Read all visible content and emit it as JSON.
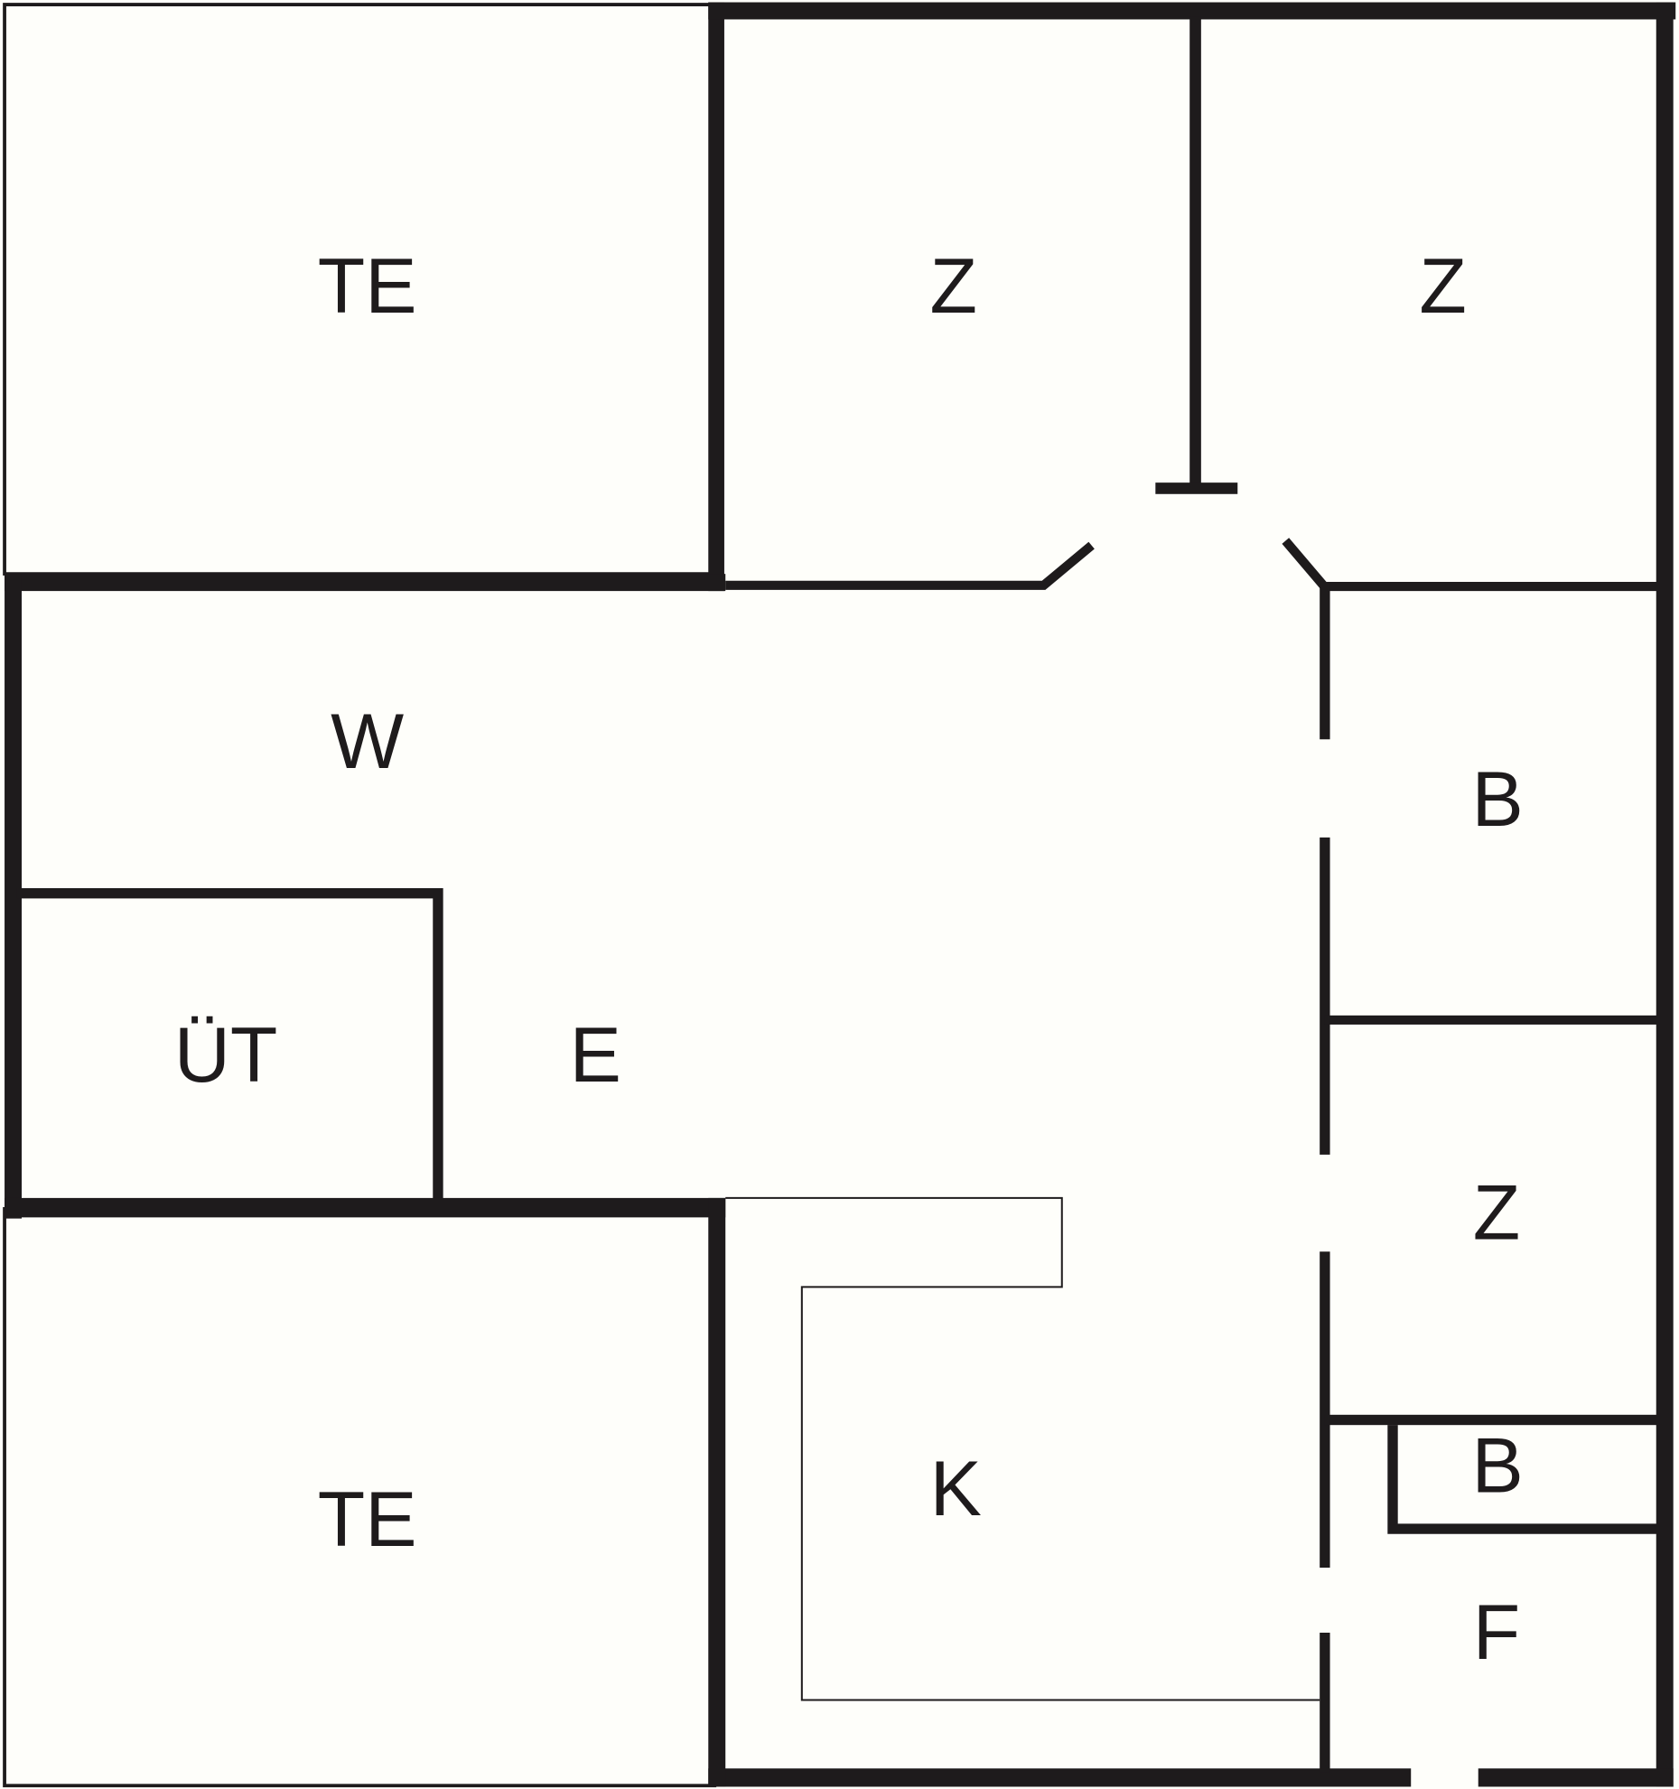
{
  "floor_plan": {
    "rooms": [
      {
        "id": "te-top",
        "label": "TE"
      },
      {
        "id": "z-top-left",
        "label": "Z"
      },
      {
        "id": "z-top-right",
        "label": "Z"
      },
      {
        "id": "w",
        "label": "W"
      },
      {
        "id": "b-upper",
        "label": "B"
      },
      {
        "id": "ut",
        "label": "ÜT"
      },
      {
        "id": "e",
        "label": "E"
      },
      {
        "id": "z-right",
        "label": "Z"
      },
      {
        "id": "k",
        "label": "K"
      },
      {
        "id": "b-small",
        "label": "B"
      },
      {
        "id": "te-bottom",
        "label": "TE"
      },
      {
        "id": "f",
        "label": "F"
      }
    ],
    "colors": {
      "wall": "#1e1b1c",
      "background": "#fefefa"
    }
  }
}
